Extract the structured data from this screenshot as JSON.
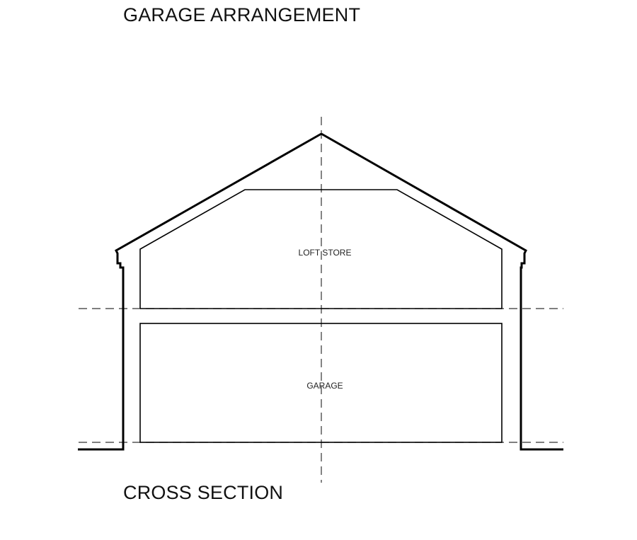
{
  "drawing": {
    "title": "GARAGE ARRANGEMENT",
    "view_title": "CROSS SECTION",
    "rooms": [
      {
        "name": "loft",
        "label": "LOFT STORE"
      },
      {
        "name": "garage",
        "label": "GARAGE"
      }
    ]
  },
  "colors": {
    "background": "#ffffff",
    "line": "#000000",
    "centerline": "#333333"
  }
}
